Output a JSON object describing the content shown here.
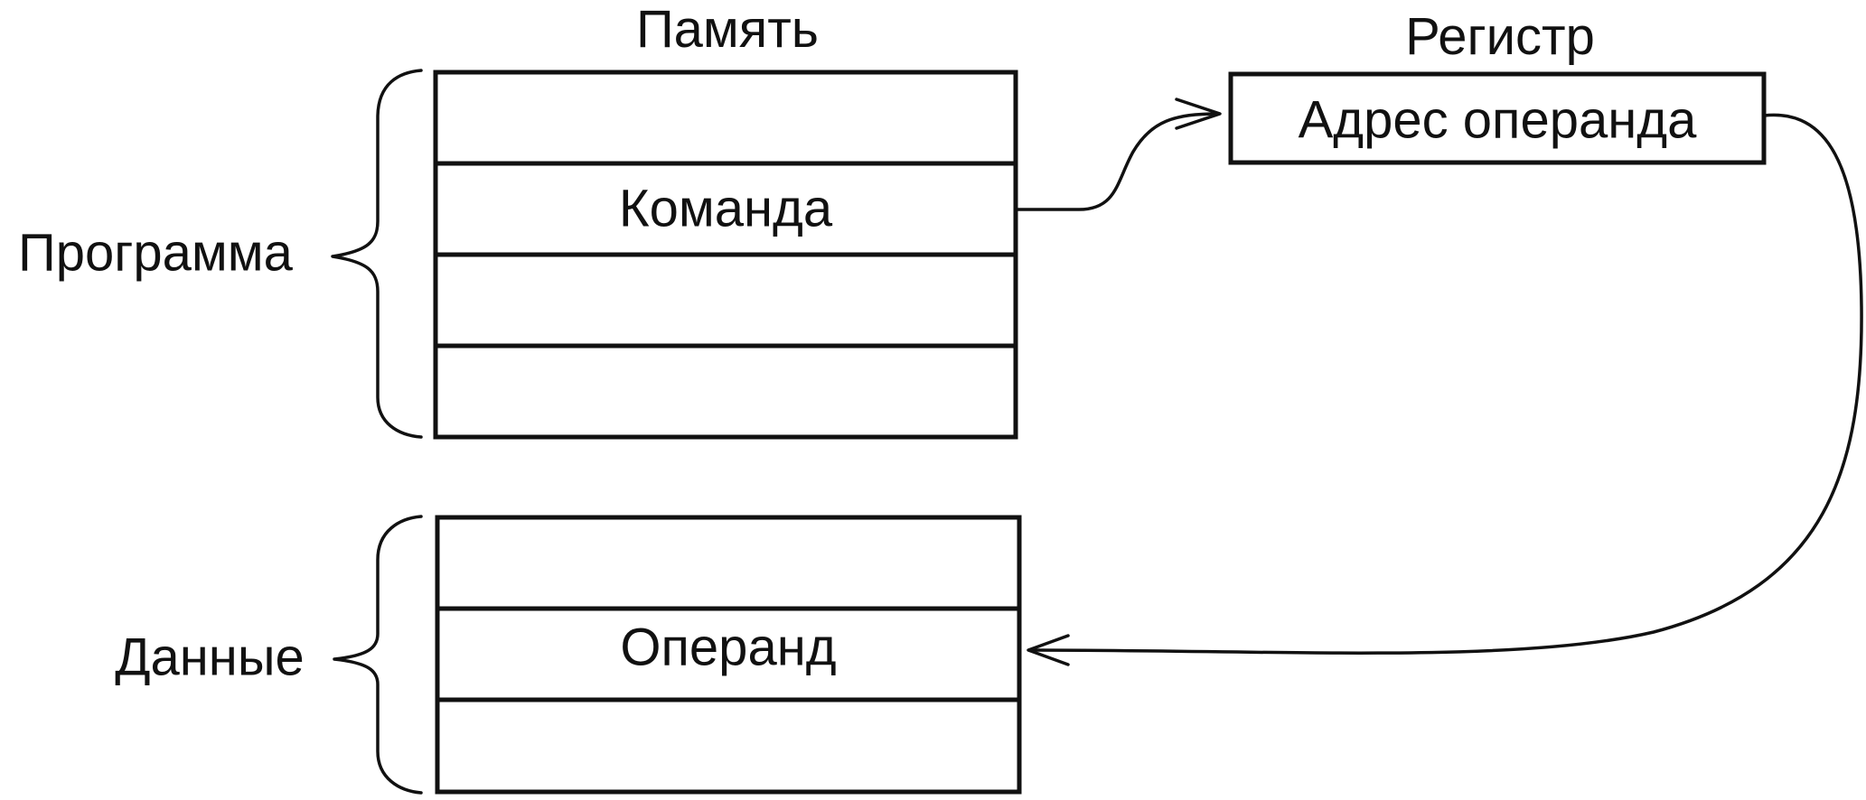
{
  "memory": {
    "title": "Память",
    "program_group_label": "Программа",
    "data_group_label": "Данные",
    "program_cells": [
      "",
      "Команда",
      "",
      ""
    ],
    "data_cells": [
      "",
      "Операнд",
      ""
    ]
  },
  "register": {
    "title": "Регистр",
    "cell_label": "Адрес операнда"
  }
}
